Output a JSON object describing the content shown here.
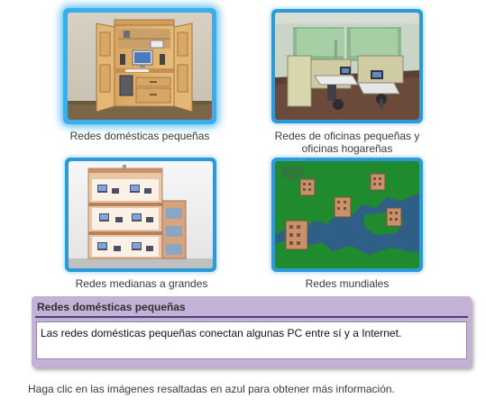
{
  "tiles": [
    {
      "caption": "Redes domésticas pequeñas"
    },
    {
      "caption_line1": "Redes de oficinas pequeñas y",
      "caption_line2": "oficinas hogareñas"
    },
    {
      "caption": "Redes medianas a grandes"
    },
    {
      "caption": "Redes mundiales"
    }
  ],
  "info": {
    "title": "Redes domésticas pequeñas",
    "text": "Las redes domésticas pequeñas conectan algunas PC entre sí y a Internet."
  },
  "instruction": "Haga clic en las imágenes resaltadas en azul para obtener más información.",
  "colors": {
    "highlight_blue": "#2a9bd8",
    "panel_purple": "#c3b2d6",
    "panel_rule": "#4e3d78",
    "map_ocean": "#2f5f86",
    "map_land": "#1f8a2e"
  }
}
